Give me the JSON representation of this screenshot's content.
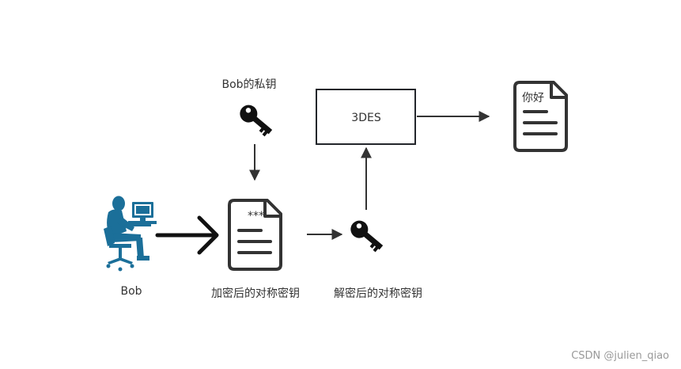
{
  "labels": {
    "bob_private_key": "Bob的私钥",
    "bob": "Bob",
    "encrypted_symmetric_key": "加密后的对称密钥",
    "decrypted_symmetric_key": "解密后的对称密钥",
    "algorithm_box": "3DES",
    "encrypted_doc_marker": "***",
    "output_doc_text": "你好"
  },
  "watermark": "CSDN @julien_qiao",
  "colors": {
    "person": "#1b6f99",
    "stroke": "#333333",
    "arrow": "#111111",
    "box_border": "#23262b"
  },
  "icons": {
    "person": "user-at-computer-icon",
    "key": "key-icon",
    "document": "document-icon"
  }
}
